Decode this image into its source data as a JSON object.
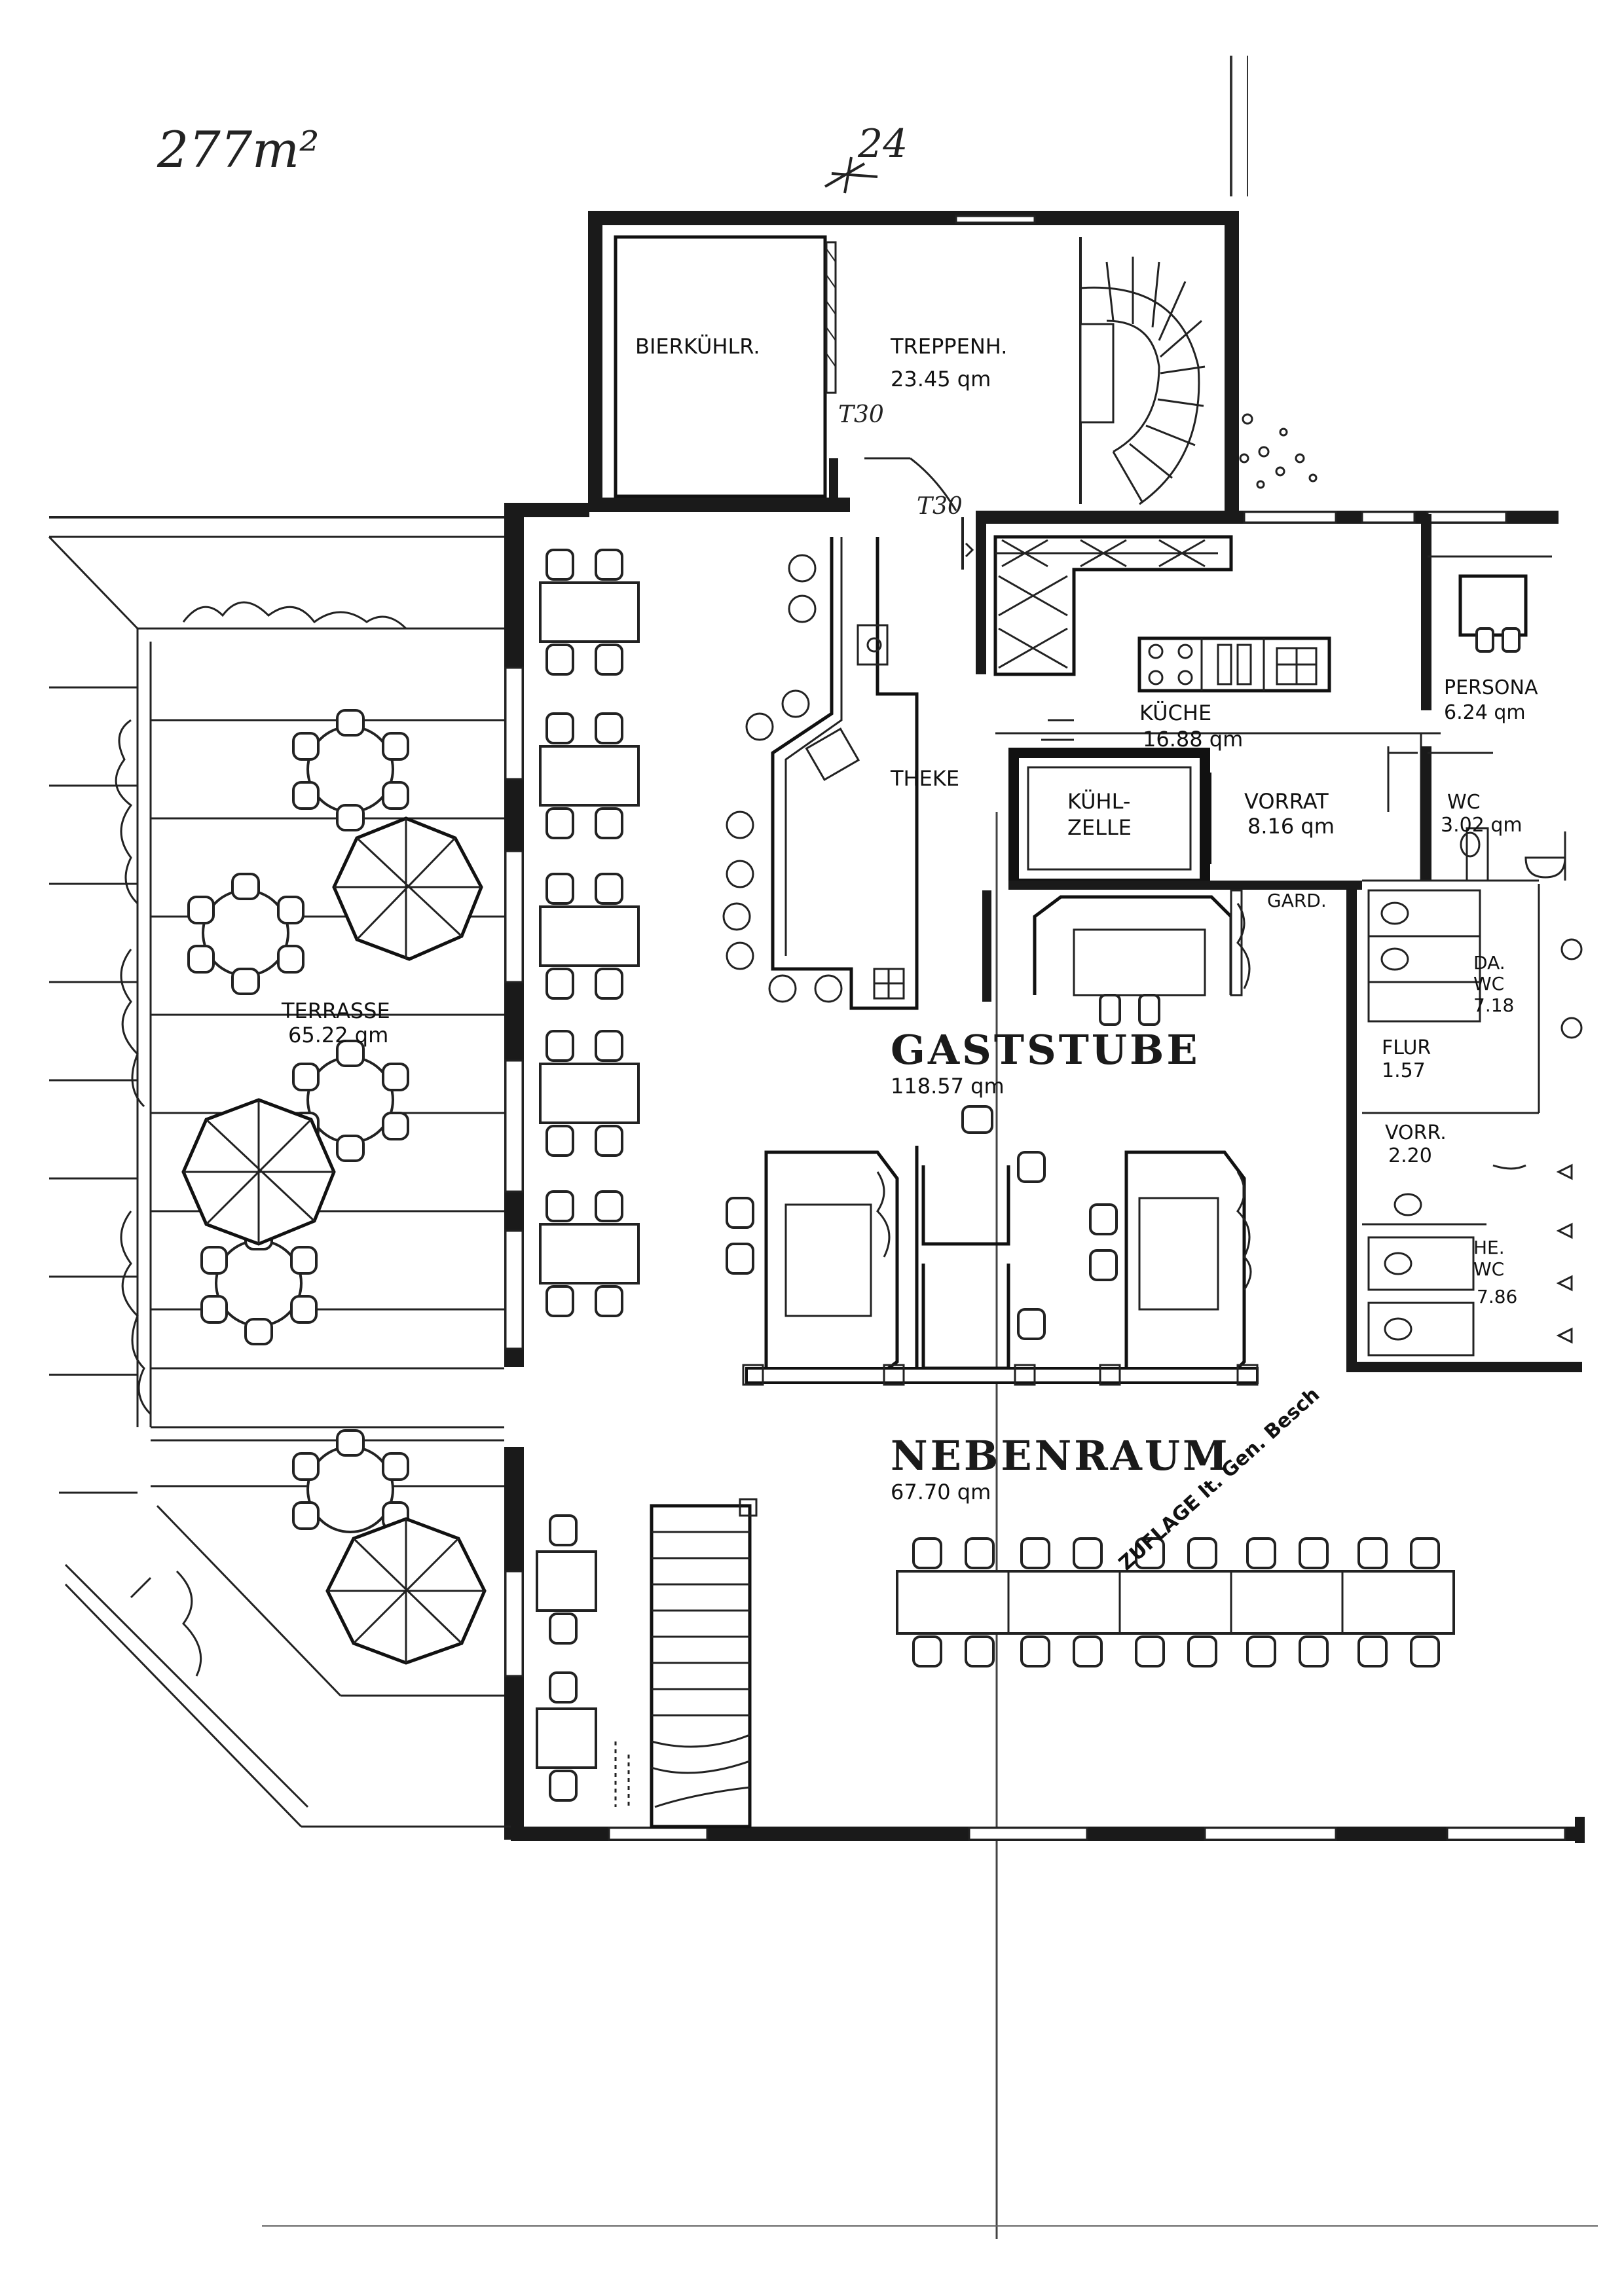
{
  "note": {
    "area": "277m²",
    "mark": "24"
  },
  "labels": {
    "bierkuehlraum": "BIERKÜHLR.",
    "treppenhaus": "TREPPENH.",
    "treppenhaus_area": "23.45 qm",
    "t30_a": "T30",
    "t30_b": "T30",
    "kueche": "KÜCHE",
    "kueche_area": "16.88 qm",
    "personal": "PERSONA",
    "personal_area": "6.24 qm",
    "theke": "THEKE",
    "kuehl": "KÜHL-",
    "zelle": "ZELLE",
    "vorrat": "VORRAT",
    "vorrat_area": "8.16 qm",
    "wc": "WC",
    "wc_area": "3.02 qm",
    "gard": "GARD.",
    "da": "DA.",
    "da_wc": "WC",
    "da_area": "7.18",
    "flur": "FLUR",
    "flur_area": "1.57",
    "vorr": "VORR.",
    "vorr_area": "2.20",
    "he": "HE.",
    "he_wc": "WC",
    "he_area": "7.86",
    "terrasse": "TERRASSE",
    "terrasse_area": "65.22 qm",
    "gaststube": "GASTSTUBE",
    "gaststube_area": "118.57 qm",
    "nebenraum": "NEBENRAUM",
    "nebenraum_area": "67.70 qm",
    "stamp": "ZUFLAGE lt. Gen. Besch"
  }
}
